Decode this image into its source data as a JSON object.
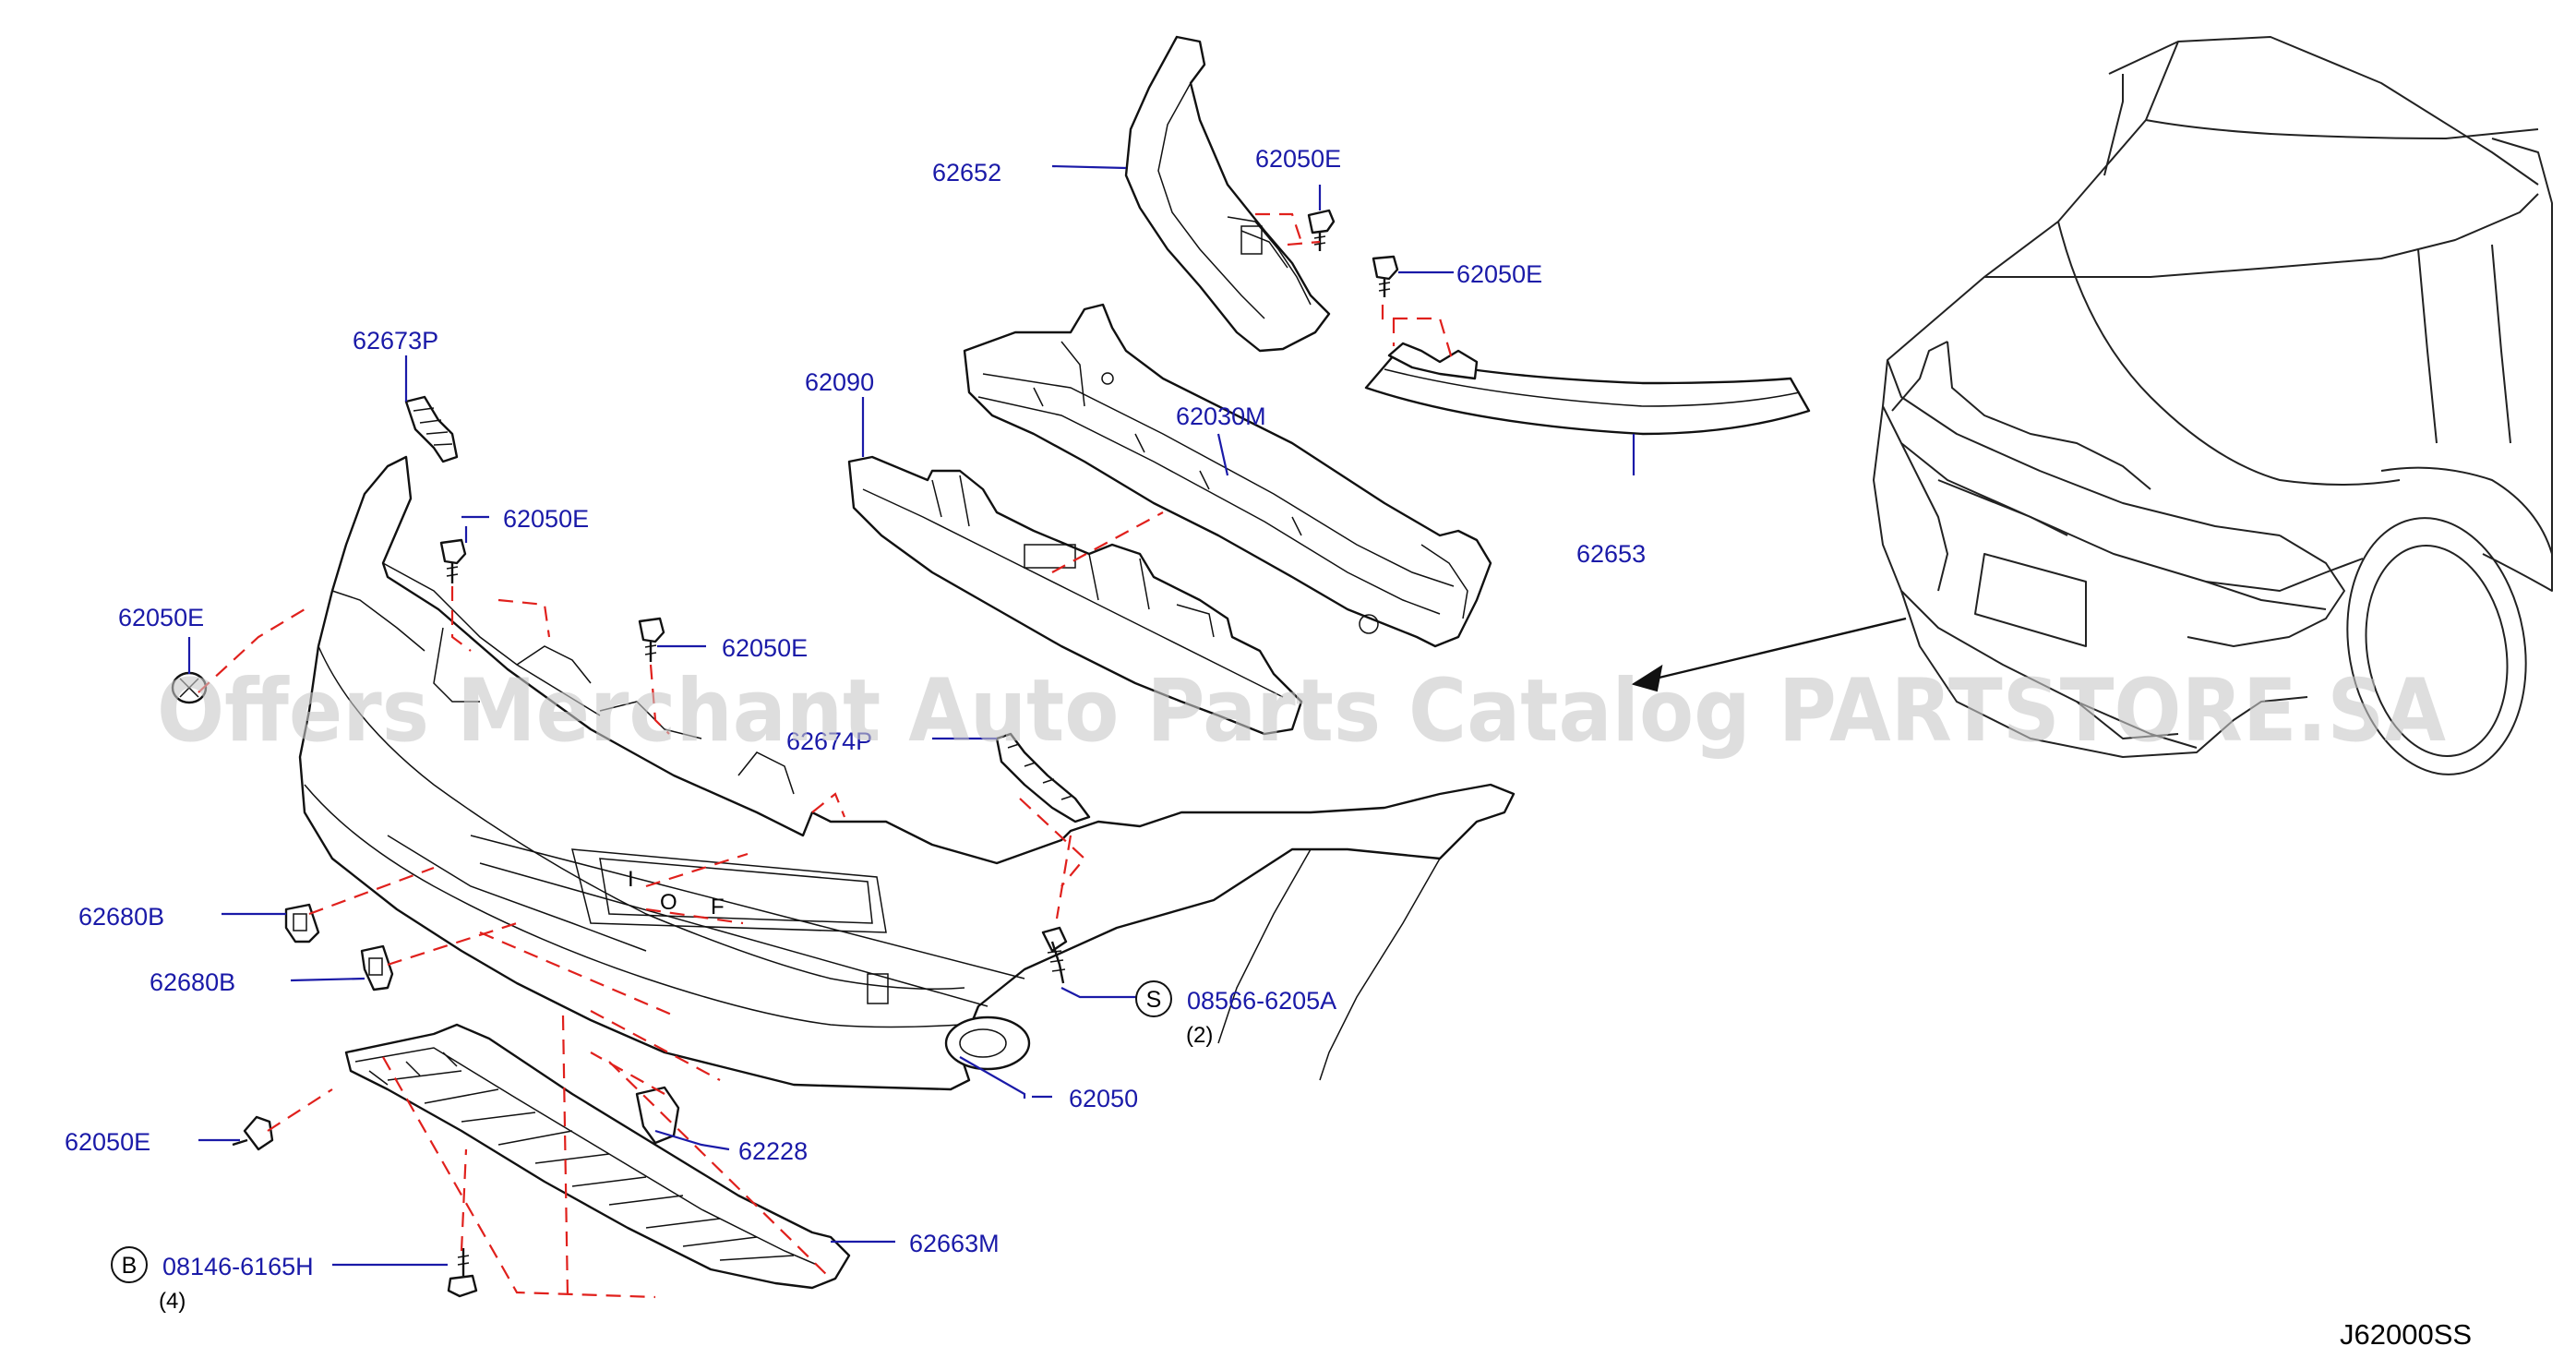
{
  "diagram_code": "J62000SS",
  "watermark": "Offers Merchant Auto Parts Catalog PARTSTORE.SA",
  "callouts": [
    {
      "id": "62652",
      "label": "62652"
    },
    {
      "id": "62050E_a",
      "label": "62050E"
    },
    {
      "id": "62050E_b",
      "label": "62050E"
    },
    {
      "id": "62673P",
      "label": "62673P"
    },
    {
      "id": "62090",
      "label": "62090"
    },
    {
      "id": "62030M",
      "label": "62030M"
    },
    {
      "id": "62653",
      "label": "62653"
    },
    {
      "id": "62050E_c",
      "label": "62050E"
    },
    {
      "id": "62050E_d",
      "label": "62050E"
    },
    {
      "id": "62050E_e",
      "label": "62050E"
    },
    {
      "id": "62674P",
      "label": "62674P"
    },
    {
      "id": "62680B_a",
      "label": "62680B"
    },
    {
      "id": "62680B_b",
      "label": "62680B"
    },
    {
      "id": "08566-6205A",
      "label": "08566-6205A",
      "badge": "S",
      "qty": "(2)"
    },
    {
      "id": "62050",
      "label": "62050"
    },
    {
      "id": "62050E_f",
      "label": "62050E"
    },
    {
      "id": "62228",
      "label": "62228"
    },
    {
      "id": "62663M",
      "label": "62663M"
    },
    {
      "id": "08146-6165H",
      "label": "08146-6165H",
      "badge": "B",
      "qty": "(4)"
    }
  ],
  "colors": {
    "callout": "#1a1aa8",
    "assembly_line": "#e0201c",
    "outline": "#111111"
  }
}
